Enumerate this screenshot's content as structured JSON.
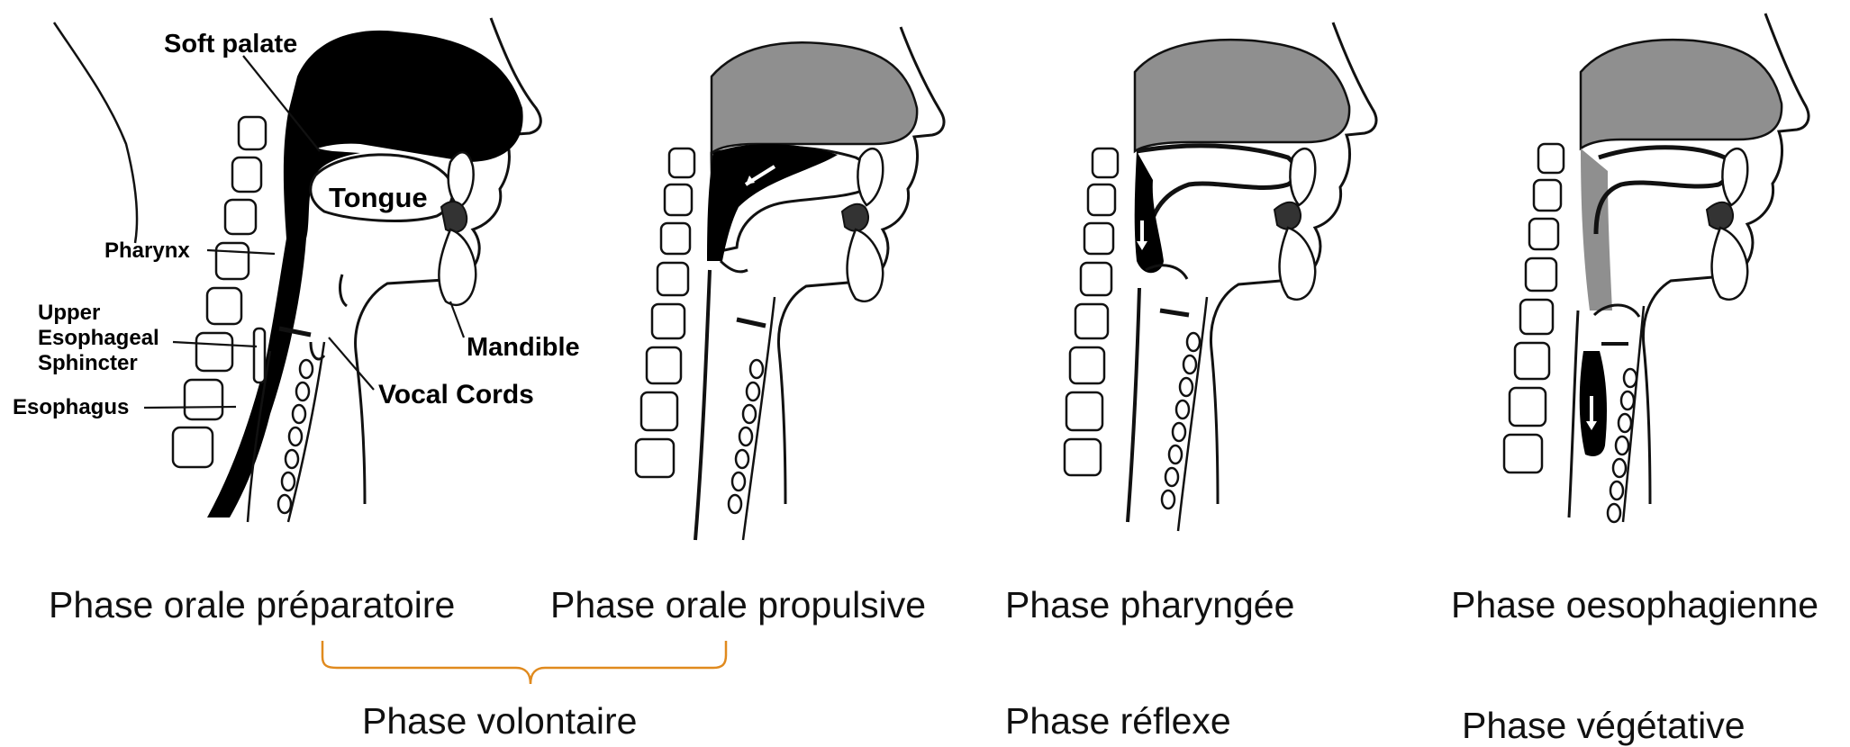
{
  "anatomy_labels": {
    "soft_palate": "Soft palate",
    "tongue": "Tongue",
    "pharynx": "Pharynx",
    "ues_line1": "Upper",
    "ues_line2": "Esophageal",
    "ues_line3": "Sphincter",
    "esophagus": "Esophagus",
    "mandible": "Mandible",
    "vocal_cords": "Vocal Cords"
  },
  "phases": [
    {
      "name": "Phase orale préparatoire"
    },
    {
      "name": "Phase orale propulsive"
    },
    {
      "name": "Phase pharyngée"
    },
    {
      "name": "Phase oesophagienne"
    }
  ],
  "groups": {
    "volontaire": "Phase volontaire",
    "reflexe": "Phase réflexe",
    "vegetative": "Phase végétative"
  },
  "colors": {
    "bracket": "#E08A1E",
    "bolus": "#000000",
    "nasal_shading": "#8f8f8f",
    "outline": "#111111"
  }
}
